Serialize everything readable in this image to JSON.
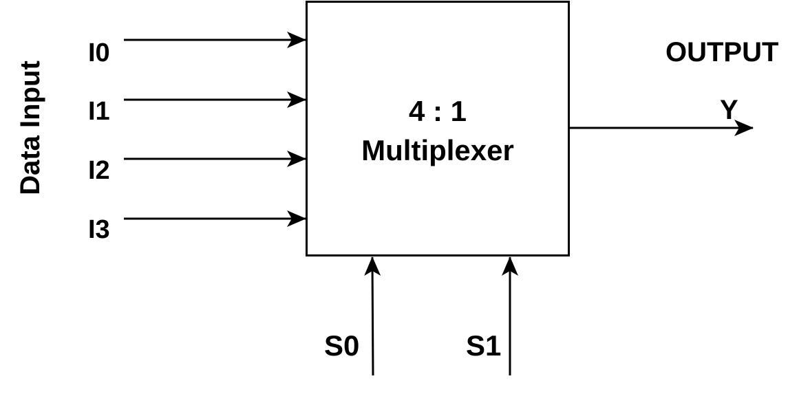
{
  "diagram": {
    "side_label": "Data Input",
    "block": {
      "ratio": "4 : 1",
      "name": "Multiplexer"
    },
    "inputs": [
      "I0",
      "I1",
      "I2",
      "I3"
    ],
    "selects": [
      "S0",
      "S1"
    ],
    "output": {
      "heading": "OUTPUT",
      "signal": "Y"
    },
    "colors": {
      "stroke": "#000000",
      "background": "#ffffff"
    }
  }
}
